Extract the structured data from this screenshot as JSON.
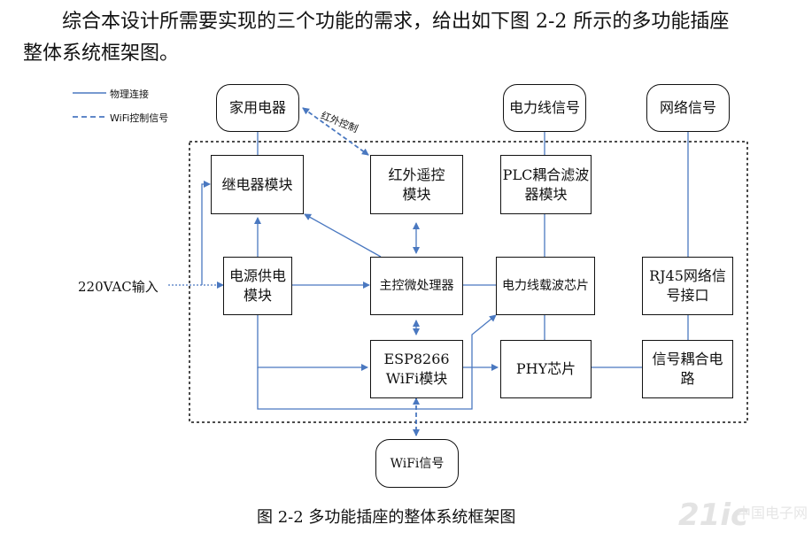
{
  "paragraph": {
    "line1": "综合本设计所需要实现的三个功能的需求，给出如下图 2-2 所示的多功能插座",
    "line2": "整体系统框架图。"
  },
  "legend": {
    "physical": "物理连接",
    "wifi": "WiFi控制信号"
  },
  "nodes": {
    "appliance": "家用电器",
    "powerline_signal": "电力线信号",
    "network_signal": "网络信号",
    "relay": "继电器模块",
    "ir_remote": "红外遥控\n模块",
    "plc_filter": "PLC耦合滤波\n器模块",
    "power_supply": "电源供电\n模块",
    "mcu": "主控微处理器",
    "plc_chip": "电力线载波芯片",
    "rj45": "RJ45网络信\n号接口",
    "esp8266": "ESP8266\nWiFi模块",
    "phy": "PHY芯片",
    "signal_coupling": "信号耦合电\n路",
    "wifi_signal": "WiFi信号"
  },
  "labels": {
    "ir_link": "红外控制",
    "input": "220VAC输入"
  },
  "caption": "图 2-2  多功能插座的整体系统框架图",
  "watermark": {
    "logo": "21ic",
    "site": "中国电子网"
  },
  "colors": {
    "line": "#4a78c0",
    "box_border": "#111111"
  }
}
